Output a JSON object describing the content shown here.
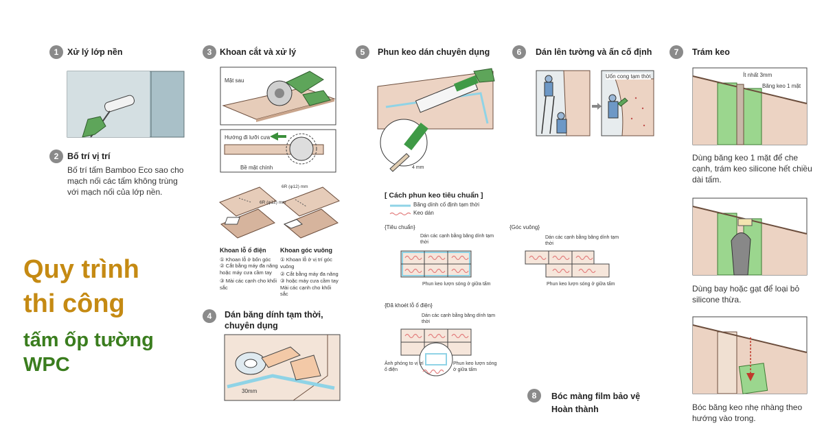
{
  "title": {
    "line1": "Quy trình",
    "line2": "thi công",
    "line3": "tấm ốp tường",
    "line4": "WPC"
  },
  "steps": [
    {
      "num": "1",
      "title": "Xử lý lớp nền"
    },
    {
      "num": "2",
      "title": "Bố trí vị trí",
      "desc": "Bố trí tấm Bamboo Eco sao cho mạch nối các tấm không trùng với mạch nối của lớp nền."
    },
    {
      "num": "3",
      "title": "Khoan cắt và xử lý"
    },
    {
      "num": "4",
      "title": "Dán băng dính tạm thời, chuyên dụng"
    },
    {
      "num": "5",
      "title": "Phun keo dán chuyên dụng"
    },
    {
      "num": "6",
      "title": "Dán lên tường và ấn cố định"
    },
    {
      "num": "7",
      "title": "Trám keo"
    },
    {
      "num": "8",
      "title": "Bóc màng film bảo vệ",
      "title2": "Hoàn thành"
    }
  ],
  "step3": {
    "mat_sau": "Mặt sau",
    "huong_di": "Hướng đi lưỡi cưa",
    "be_mat": "Bề mặt chính",
    "dim1": "6R (φ12) mm",
    "dim2": "6R (φ12) mm",
    "khoan_lo_title": "Khoan lỗ ổ điện",
    "khoan_lo_items": [
      "① Khoan lỗ ở bốn góc",
      "② Cắt bằng máy đa năng hoặc máy cưa cầm tay",
      "③ Mài các cạnh cho khối sắc"
    ],
    "khoan_goc_title": "Khoan góc vuông",
    "khoan_goc_items": [
      "① Khoan lỗ ở vị trí góc vuông",
      "② Cắt bằng máy đa năng",
      "③ hoặc máy cưa cầm tay Mài các cạnh cho khối sắc"
    ]
  },
  "step4": {
    "dim": "30mm"
  },
  "step5": {
    "dim": "4 mm",
    "heading": "[ Cách phun keo tiêu chuẩn ]",
    "legend_tape": "Băng dính cố định tạm thời",
    "legend_glue": "Keo dán",
    "tieu_chuan": "{Tiêu chuẩn}",
    "goc_vuong": "{Góc vuông}",
    "da_khoet": "{Đã khoét lỗ ổ điện}",
    "note_edges": "Dán các cạnh bằng băng dính tạm thời",
    "note_wave": "Phun keo lượn sóng ở giữa tấm",
    "note_zoom": "Ảnh phóng to vị trí ổ điện",
    "note_wave2": "Phun keo lượn sóng ở giữa tấm"
  },
  "step6": {
    "label": "Uốn cong tạm thời"
  },
  "step7": {
    "min_label": "Ít nhất 3mm",
    "tape_label": "Băng keo 1 mặt",
    "desc1": "Dùng băng keo 1 mặt để che cạnh, trám keo silicone hết chiều dài tấm.",
    "desc2": "Dùng bay hoặc gạt để loại bỏ silicone thừa.",
    "desc3": "Bóc băng keo nhẹ nhàng theo hướng vào trong."
  },
  "colors": {
    "gold": "#c58a13",
    "green": "#3a7d1e",
    "panel": "#e8d2c2",
    "tape": "#8fd3e6",
    "glue": "#e27b7b",
    "wall": "#a8bfc6",
    "sealant": "#9bd68e"
  }
}
